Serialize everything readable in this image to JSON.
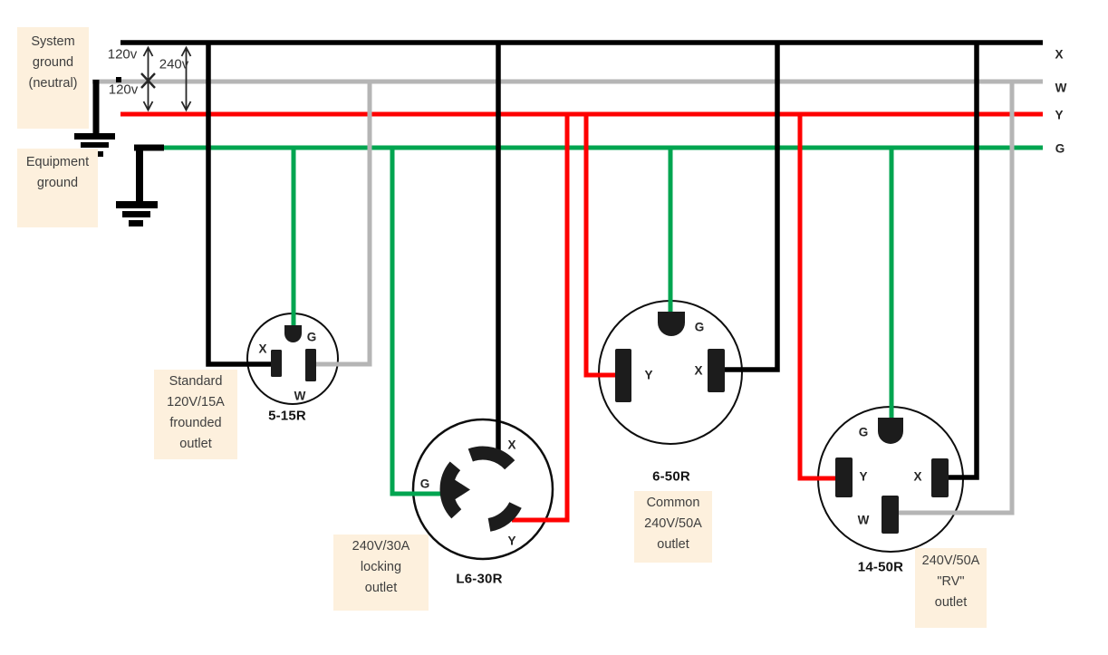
{
  "diagram": {
    "bus_labels": {
      "x": "X",
      "w": "W",
      "y": "Y",
      "g": "G"
    },
    "voltages": {
      "top": "120v",
      "bottom": "120v",
      "span": "240v"
    },
    "notes": {
      "system_ground": [
        "System",
        "ground",
        "(neutral)"
      ],
      "equipment_ground": [
        "Equipment",
        "ground"
      ],
      "standard_outlet": [
        "Standard",
        "120V/15A",
        "frounded",
        "outlet"
      ],
      "locking_outlet": [
        "240V/30A",
        "locking",
        "outlet"
      ],
      "common_outlet": [
        "Common",
        "240V/50A",
        "outlet"
      ],
      "rv_outlet": [
        "240V/50A",
        "\"RV\"",
        "outlet"
      ]
    },
    "outlets": {
      "r515": {
        "name": "5-15R",
        "pins": {
          "x": "X",
          "g": "G",
          "w": "W"
        }
      },
      "l630": {
        "name": "L6-30R",
        "pins": {
          "x": "X",
          "g": "G",
          "y": "Y"
        }
      },
      "r650": {
        "name": "6-50R",
        "pins": {
          "g": "G",
          "y": "Y",
          "x": "X"
        }
      },
      "r1450": {
        "name": "14-50R",
        "pins": {
          "g": "G",
          "y": "Y",
          "x": "X",
          "w": "W"
        }
      }
    },
    "colors": {
      "hot_black": "#000000",
      "neutral_gray": "#b5b5b5",
      "hot_red": "#fe0000",
      "ground_green": "#00a550",
      "slot_fill": "#1c1c1c",
      "outline": "#0d0d0d",
      "note_bg": "#fdf0dd",
      "note_text": "#3f3f3f"
    }
  }
}
